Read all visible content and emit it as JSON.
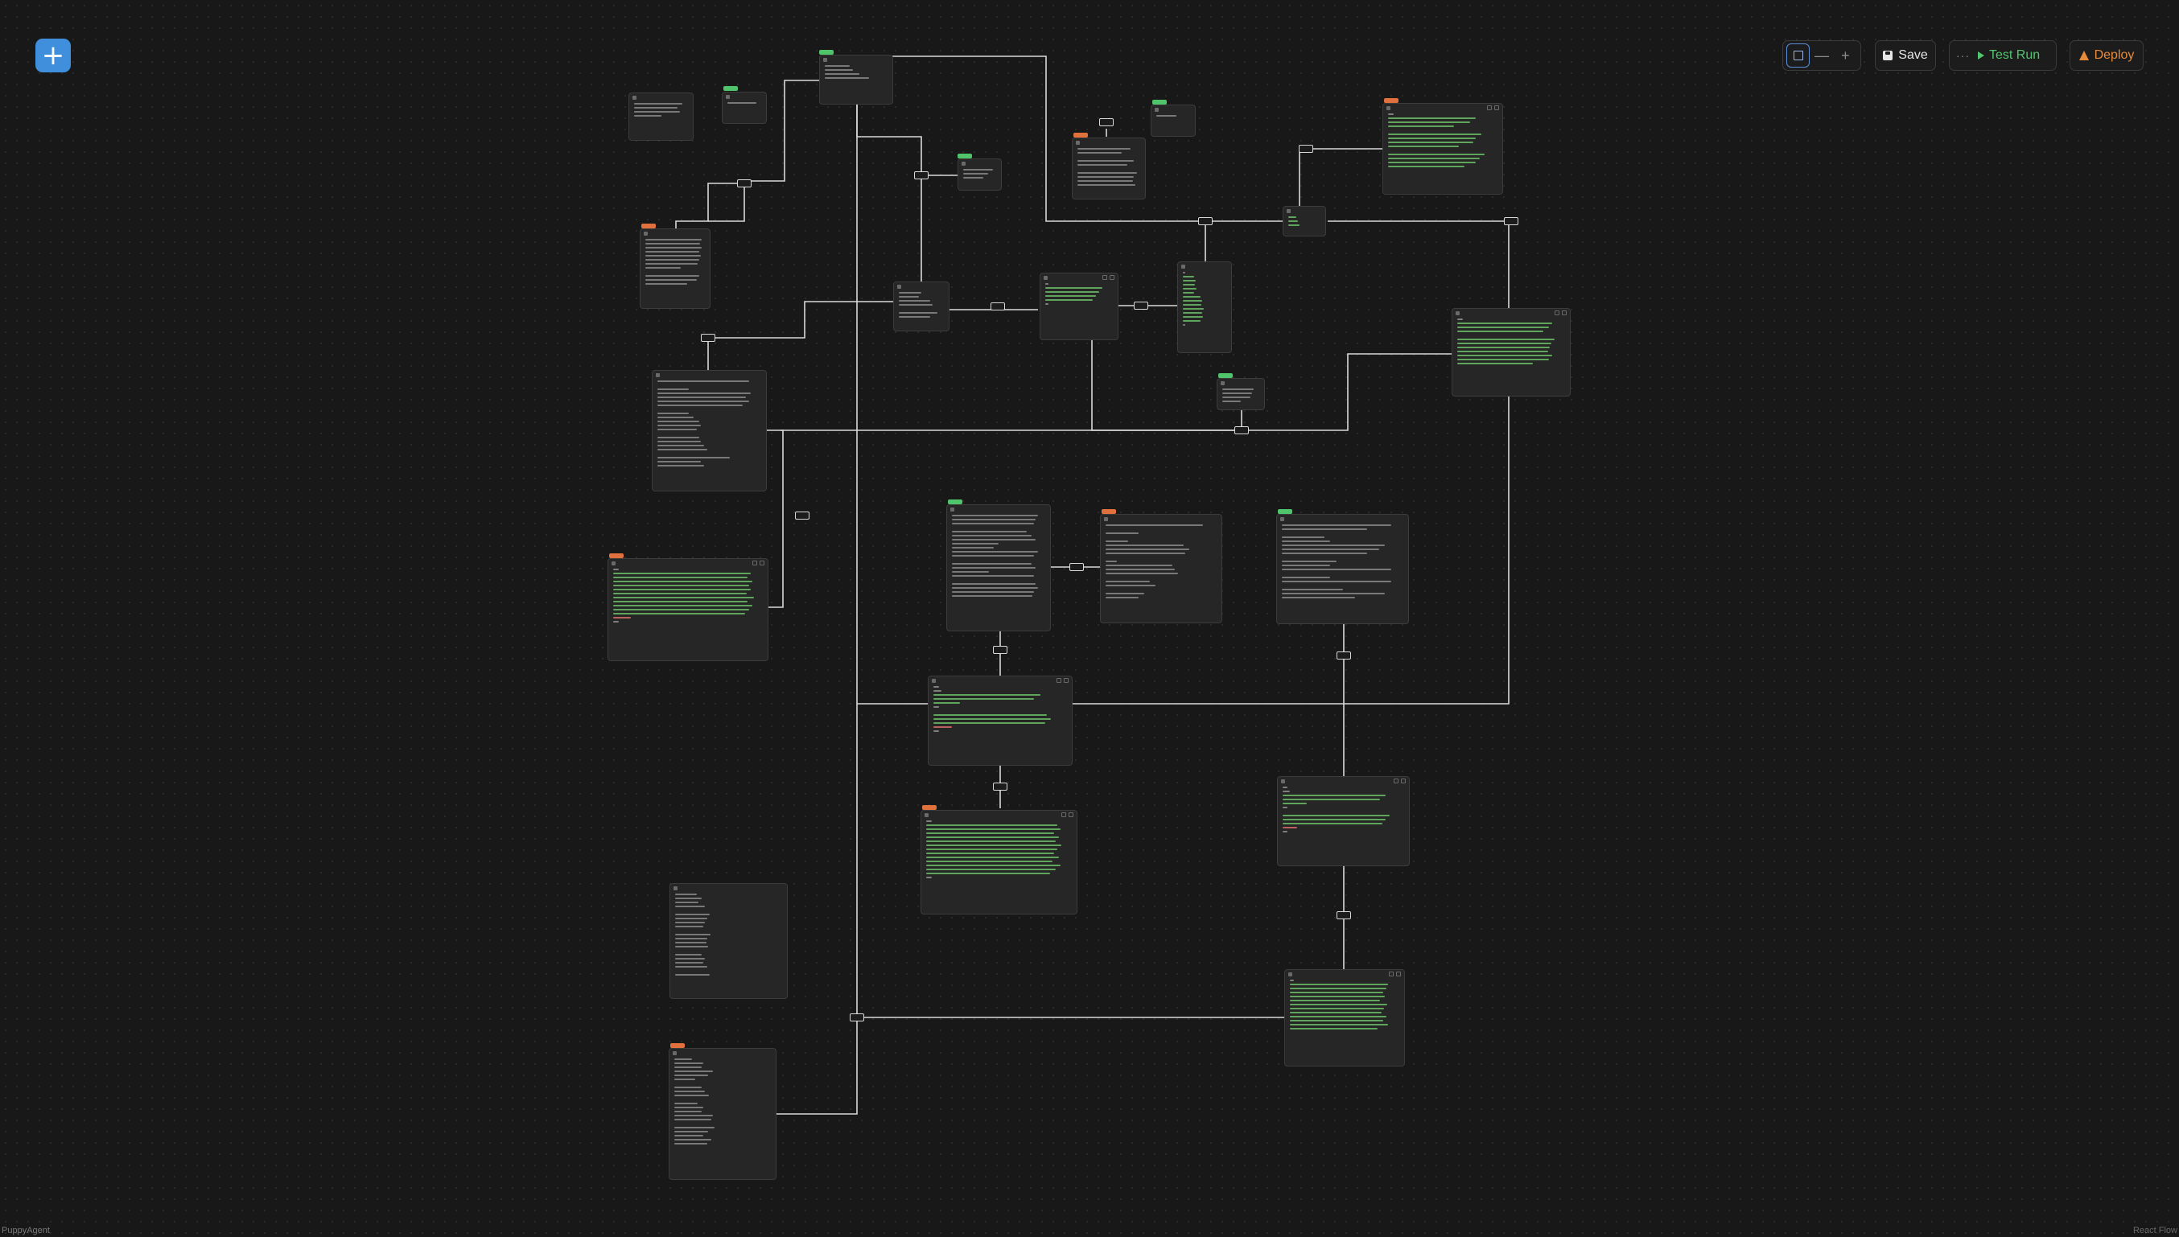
{
  "app": {
    "brand": "PuppyAgent",
    "attribution": "React Flow"
  },
  "toolbar": {
    "add_symbol": "+",
    "zoom_out_symbol": "—",
    "zoom_in_symbol": "+",
    "save_label": "Save",
    "more_symbol": "···",
    "test_run_label": "Test Run",
    "deploy_label": "Deploy"
  },
  "colors": {
    "accent": "#3f8fdd",
    "test_run": "#53c56f",
    "deploy": "#e78b3a",
    "badge_green": "#4fc46b",
    "badge_orange": "#e0713c"
  },
  "icons": [
    "add-icon",
    "fit-view-icon",
    "zoom-out-icon",
    "zoom-in-icon",
    "save-disk-icon",
    "more-icon",
    "play-icon",
    "rocket-icon"
  ]
}
